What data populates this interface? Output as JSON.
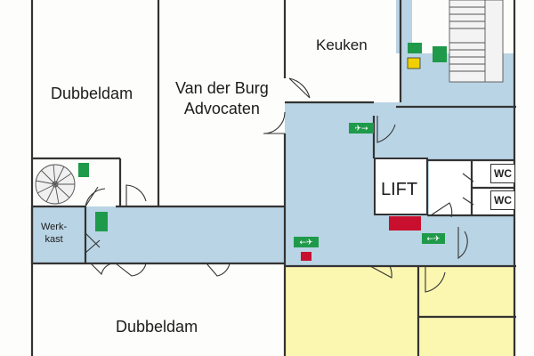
{
  "rooms": {
    "dubbeldam_top": "Dubbeldam",
    "van_der_burg": [
      "Van der Burg",
      "Advocaten"
    ],
    "keuken": "Keuken",
    "lift": "LIFT",
    "werkkast": [
      "Werk-",
      "kast"
    ],
    "wc_1": "WC",
    "wc_2": "WC",
    "dubbeldam_bottom": "Dubbeldam"
  },
  "colors": {
    "corridor": "#b9d4e4",
    "yellow_area": "#fbf6b0",
    "wall": "#3a3a3a",
    "exit_sign": "#1f9a4a",
    "fire_sign": "#c8102e"
  },
  "icons": [
    "emergency-exit-sign-icon",
    "spiral-staircase-icon",
    "straight-staircase-icon",
    "fire-extinguisher-icon",
    "fire-hose-icon",
    "door-swing-icon"
  ]
}
